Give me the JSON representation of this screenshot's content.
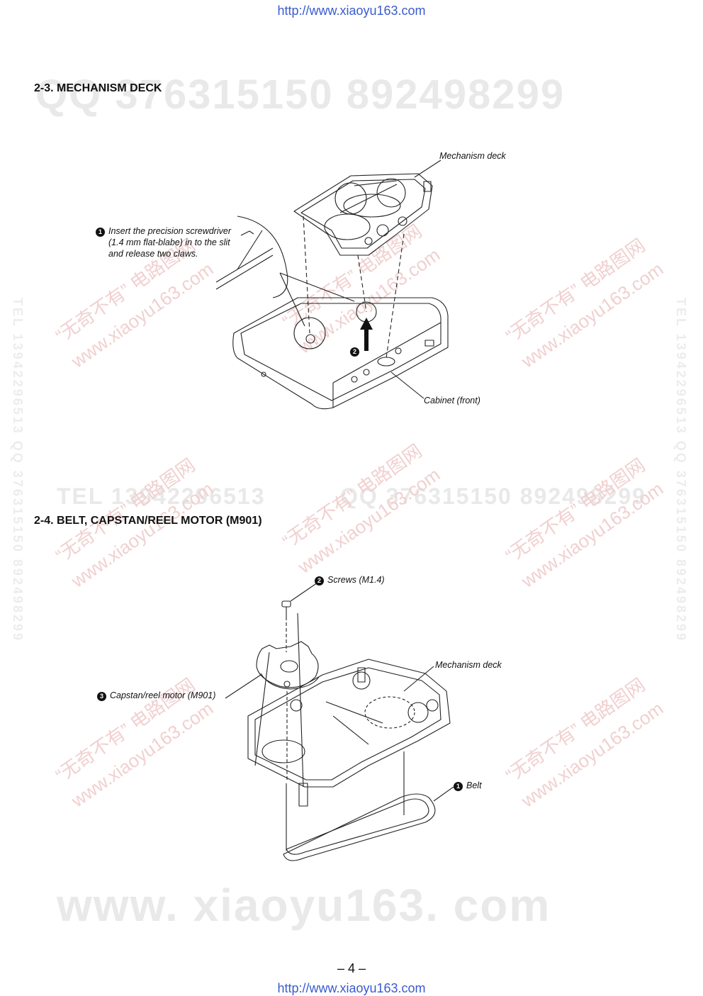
{
  "header_url": "http://www.xiaoyu163.com",
  "footer_url": "http://www.xiaoyu163.com",
  "watermarks": {
    "qq_top": "QQ 376315150   892498299",
    "tel_mid": "TEL 13942296513",
    "qq_mid": "QQ 376315150   892498299",
    "www_bottom": "www. xiaoyu163. com",
    "vertical_left": "TEL 13942296513   QQ 376315150   892498299",
    "vertical_right": "TEL 13942296513   QQ 376315150   892498299",
    "diag_cn": "“无奇不有” 电路图网",
    "diag_site": "www.xiaoyu163.com"
  },
  "section_1": {
    "title": "2-3. MECHANISM DECK",
    "callouts": {
      "mechanism_deck": "Mechanism deck",
      "step1_num": "1",
      "step1_line1": "Insert the precision screwdriver",
      "step1_line2": "(1.4 mm flat-blabe) in to the slit",
      "step1_line3": "and release two claws.",
      "step2_num": "2",
      "cabinet_front": "Cabinet (front)"
    }
  },
  "section_2": {
    "title": "2-4. BELT, CAPSTAN/REEL MOTOR (M901)",
    "callouts": {
      "screws_num": "2",
      "screws": "Screws (M1.4)",
      "mechanism_deck": "Mechanism deck",
      "motor_num": "3",
      "motor": "Capstan/reel motor (M901)",
      "belt_num": "1",
      "belt": "Belt"
    }
  },
  "page_number": "– 4 –"
}
